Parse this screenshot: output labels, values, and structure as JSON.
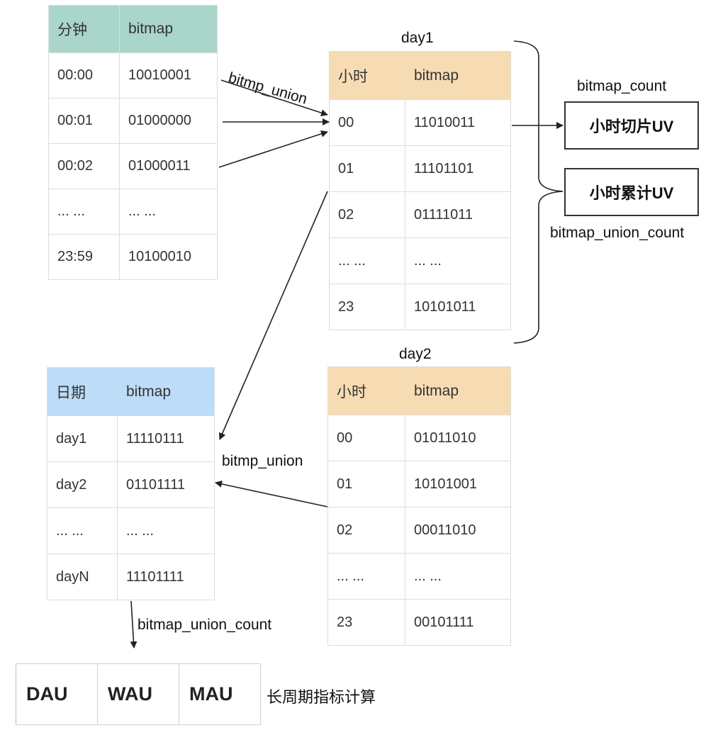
{
  "minute_table": {
    "headers": [
      "分钟",
      "bitmap"
    ],
    "rows": [
      [
        "00:00",
        "10010001"
      ],
      [
        "00:01",
        "01000000"
      ],
      [
        "00:02",
        "01000011"
      ],
      [
        "... ...",
        "... ..."
      ],
      [
        "23:59",
        "10100010"
      ]
    ]
  },
  "day1_table": {
    "title": "day1",
    "headers": [
      "小时",
      "bitmap"
    ],
    "rows": [
      [
        "00",
        "11010011"
      ],
      [
        "01",
        "11101101"
      ],
      [
        "02",
        "01111011"
      ],
      [
        "... ...",
        "... ..."
      ],
      [
        "23",
        "10101011"
      ]
    ]
  },
  "day2_table": {
    "title": "day2",
    "headers": [
      "小时",
      "bitmap"
    ],
    "rows": [
      [
        "00",
        "01011010"
      ],
      [
        "01",
        "10101001"
      ],
      [
        "02",
        "00011010"
      ],
      [
        "... ...",
        "... ..."
      ],
      [
        "23",
        "00101111"
      ]
    ]
  },
  "date_table": {
    "headers": [
      "日期",
      "bitmap"
    ],
    "rows": [
      [
        "day1",
        "11110111"
      ],
      [
        "day2",
        "01101111"
      ],
      [
        "... ...",
        "... ..."
      ],
      [
        "dayN",
        "11101111"
      ]
    ]
  },
  "labels": {
    "union_top": "bitmp_union",
    "union_mid": "bitmp_union",
    "bitmap_count": "bitmap_count",
    "bitmap_union_count_right": "bitmap_union_count",
    "bitmap_union_count_bottom": "bitmap_union_count",
    "long_period": "长周期指标计算"
  },
  "boxes": {
    "hour_slice_uv": "小时切片UV",
    "hour_cumulative_uv": "小时累计UV"
  },
  "metrics": [
    "DAU",
    "WAU",
    "MAU"
  ]
}
